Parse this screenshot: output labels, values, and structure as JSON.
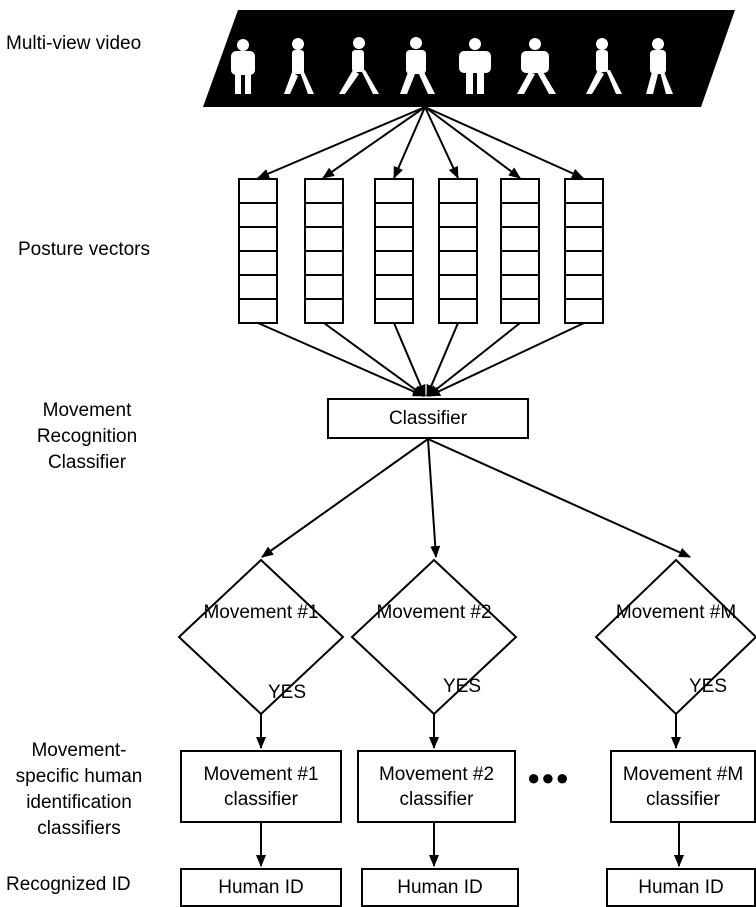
{
  "stages": {
    "video": "Multi-view video",
    "posture": "Posture vectors",
    "movement_recognition": "Movement Recognition Classifier",
    "movement_specific": "Movement-specific human identification classifiers",
    "recognized_id": "Recognized ID"
  },
  "classifier_label": "Classifier",
  "movements": [
    {
      "label": "Movement #1",
      "yes": "YES",
      "classifier": "Movement #1 classifier",
      "id": "Human ID"
    },
    {
      "label": "Movement #2",
      "yes": "YES",
      "classifier": "Movement #2 classifier",
      "id": "Human ID"
    },
    {
      "label": "Movement #M",
      "yes": "YES",
      "classifier": "Movement #M classifier",
      "id": "Human ID"
    }
  ],
  "ellipsis": "●●●",
  "colors": {
    "line": "#000000",
    "film": "#000000",
    "silhouette": "#ffffff"
  }
}
